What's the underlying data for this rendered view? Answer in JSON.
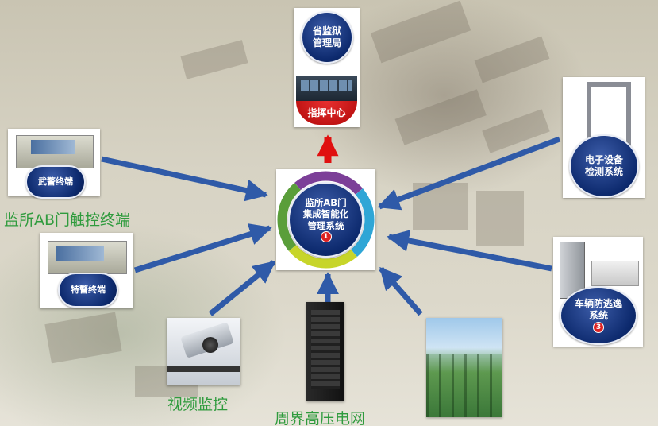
{
  "nodes": {
    "province": "省监狱\n管理局",
    "command": "指挥中心",
    "center": "监所AB门\n集成智能化\n管理系统",
    "center_badge": "1",
    "armed": "武警终端",
    "special": "特警终端",
    "electronic": "电子设备\n检测系统",
    "vehicle": "车辆防逃逸\n系统",
    "vehicle_badge": "3"
  },
  "captions": {
    "touch": "监所AB门触控终端",
    "video": "视频监控",
    "perimeter": "周界高压电网"
  },
  "colors": {
    "arrow": "#2f5aa8",
    "red": "#e01010",
    "caption": "#2f9b3d",
    "disc": "#0d2a6e"
  }
}
